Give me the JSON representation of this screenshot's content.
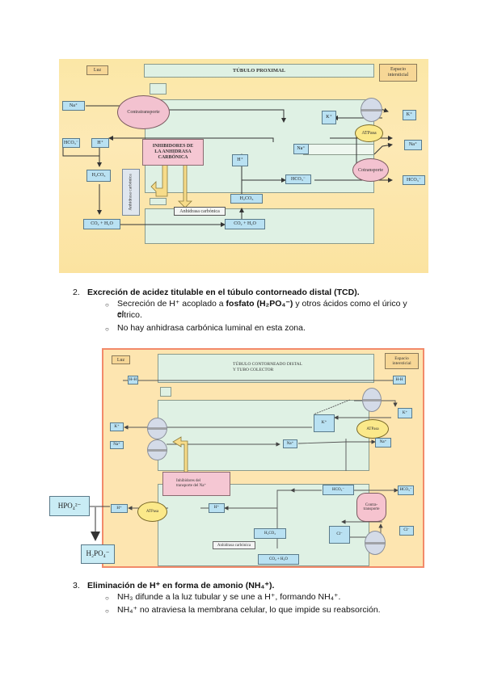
{
  "figure1": {
    "lumen_label": "Luz",
    "title": "TÚBULO PROXIMAL",
    "interstitial_label": "Espacio intersticial",
    "na_left": "Na⁺",
    "countertransport": "Contratransporte",
    "hco3_left": "HCO₃⁻",
    "h_left": "H⁺",
    "inhibitors": "INHIBIDORES DE LA ANHIDRASA CARBÓNICA",
    "h2co3_left": "H₂CO₃",
    "carbonic_anhydrase_vertical": "Anhidrasa carbónica",
    "carbonic_anhydrase": "Anhidrasa carbónica",
    "co2_h2o_left": "CO₂ + H₂O",
    "h_cell": "H⁺",
    "h2co3_cell": "H₂CO₃",
    "co2_h2o_cell": "CO₂ + H₂O",
    "na_cell": "Na⁺",
    "hco3_cell": "HCO₃⁻",
    "k_cell": "K⁺",
    "k_right": "K⁺",
    "atpase": "ATPasa",
    "na_right": "Na⁺",
    "cotransport": "Cotransporte",
    "hco3_right": "HCO₃⁻"
  },
  "section2": {
    "number": "2.",
    "title": "Excreción de acidez titulable en el túbulo contorneado distal (TCD).",
    "bullets": [
      {
        "pre": "Secreción de H⁺ acoplado a ",
        "bold": "fosfato (H₂PO₄⁻)",
        "post": " y otros ácidos como el úrico y el",
        "cont": "cítrico."
      },
      {
        "pre": "No hay anhidrasa carbónica luminal en esta zona.",
        "bold": "",
        "post": "",
        "cont": ""
      }
    ],
    "bullet_glyph": "○"
  },
  "figure2": {
    "lumen_label": "Luz",
    "title_line1": "TÚBULO CONTORNEADO DISTAL",
    "title_line2": "Y TUBO COLECTOR",
    "interstitial_label": "Espacio intersticial",
    "hh_left": "H-H",
    "hh_right": "H-H",
    "k_left": "K⁺",
    "k_cell": "K⁺",
    "k_right": "K⁺",
    "atpase_right": "ATPasa",
    "na_left": "Na⁺",
    "na_cell": "Na⁺",
    "na_right": "Na⁺",
    "inhibitors": "Inhibidores del transporte del Na⁺",
    "hco3_cell": "HCO₃⁻",
    "hco3_right": "HCO₃⁻",
    "countertransport": "Contra-transporte",
    "h_lumen": "H⁺",
    "atpase_left": "ATPasa",
    "h_cell": "H⁺",
    "h2co3": "H₂CO₃",
    "carbonic_anhydrase": "Anhidrasa carbónica",
    "co2_h2o": "CO₂ + H₂O",
    "cl_cell": "Cl⁻",
    "cl_right": "Cl⁻",
    "hpo4": "HPO₄²⁻",
    "h2po4": "H₂PO₄⁻"
  },
  "section3": {
    "number": "3.",
    "title": "Eliminación de H⁺ en forma de amonio (NH₄⁺).",
    "bullets": [
      "NH₃ difunde a la luz tubular y se une a H⁺, formando NH₄⁺.",
      "NH₄⁺ no atraviesa la membrana celular, lo que impide su reabsorción."
    ],
    "bullet_glyph": "○"
  }
}
